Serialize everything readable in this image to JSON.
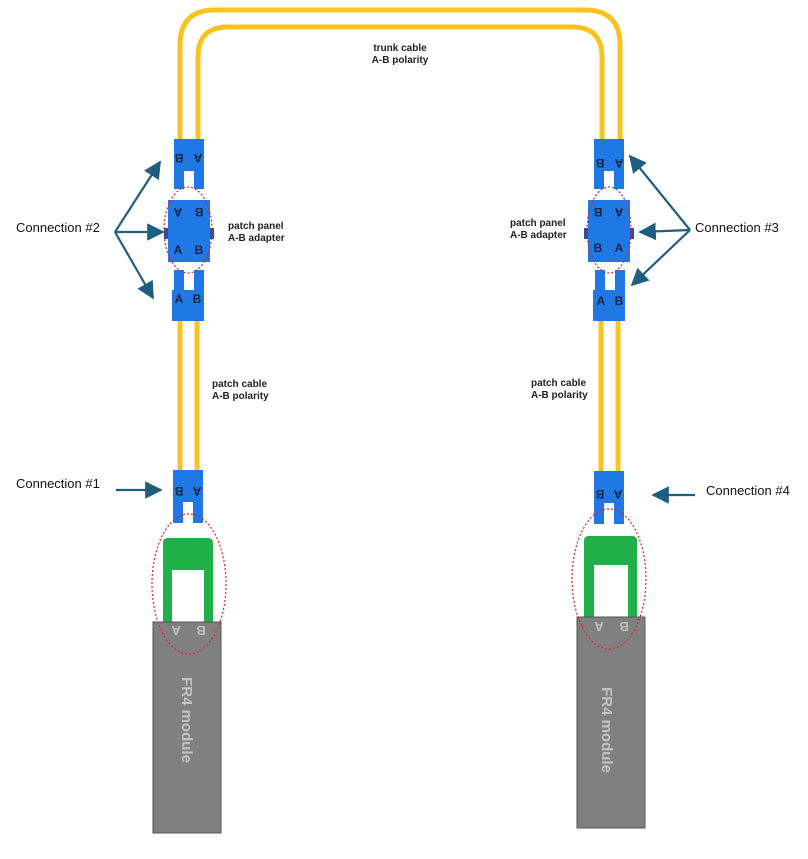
{
  "labels": {
    "trunk_line1": "trunk cable",
    "trunk_line2": "A-B polarity",
    "panel_line1": "patch panel",
    "panel_line2": "A-B adapter",
    "patch_line1": "patch cable",
    "patch_line2": "A-B polarity",
    "module": "FR4 module"
  },
  "connections": {
    "c1": "Connection #1",
    "c2": "Connection #2",
    "c3": "Connection #3",
    "c4": "Connection #4"
  },
  "pins": {
    "a": "A",
    "b": "B"
  },
  "colors": {
    "fiber": "#f9c31f",
    "connector": "#1f78e3",
    "adapter_tab": "#2a4fa8",
    "latch": "#1fb04a",
    "module": "#808080",
    "arrow": "#1e5e7e",
    "ellipse": "#e02020"
  }
}
